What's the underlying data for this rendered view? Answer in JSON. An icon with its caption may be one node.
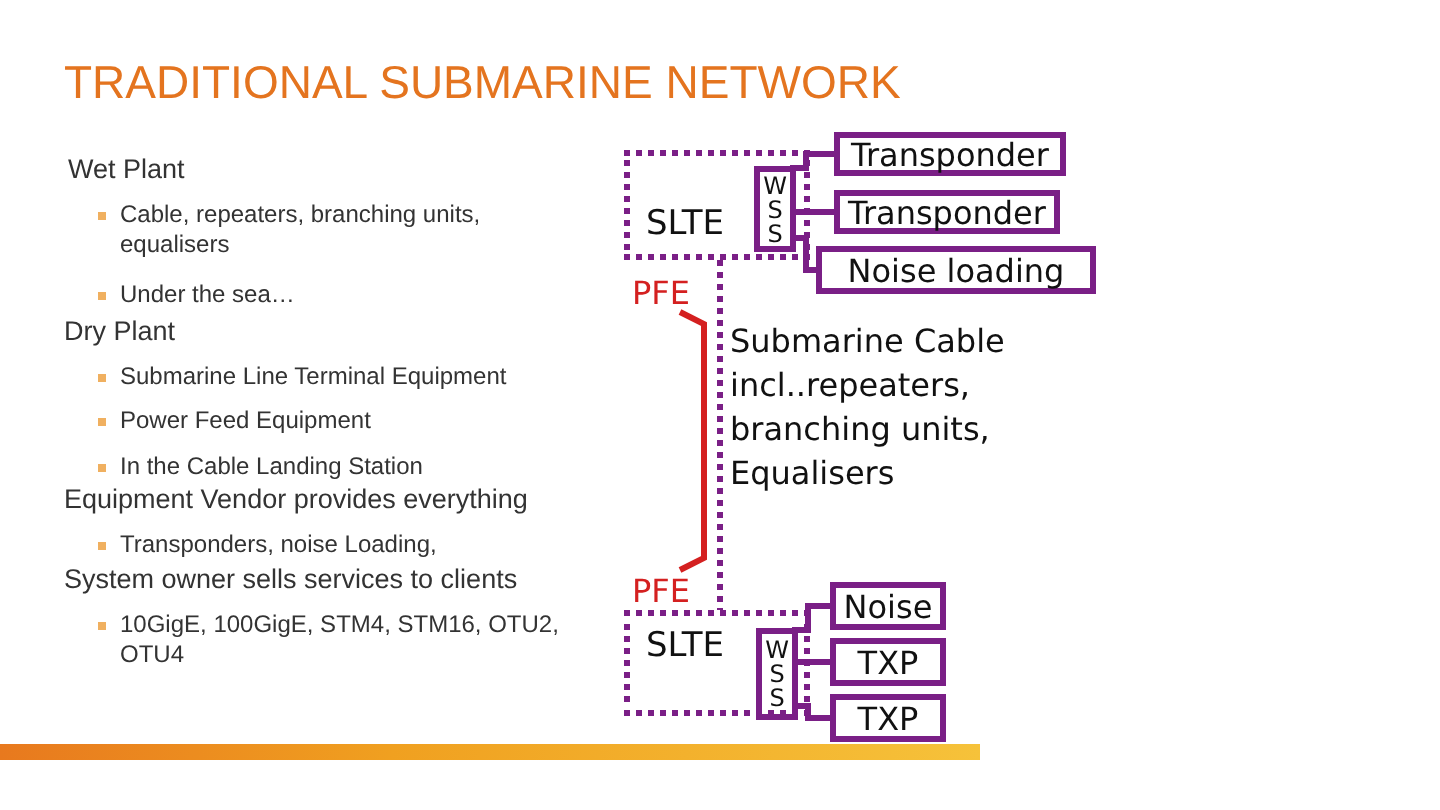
{
  "diagram": {
    "title": "TRADITIONAL SUBMARINE NETWORK",
    "nodes": [
      {
        "text": [
          "SLTE"
        ]
      },
      {
        "text": [
          "W S S"
        ],
        "in": 0
      },
      {
        "text": [
          "Transponder"
        ]
      },
      {
        "text": [
          "Transponder"
        ]
      },
      {
        "text": [
          "Noise loading"
        ]
      },
      {
        "text": [
          "PFE"
        ]
      },
      {
        "text": [
          "PFE"
        ]
      },
      {
        "text": [
          "SLTE"
        ]
      },
      {
        "text": [
          "W S S"
        ],
        "in": 7
      },
      {
        "text": [
          "Noise"
        ]
      },
      {
        "text": [
          "TXP"
        ]
      },
      {
        "text": [
          "TXP"
        ]
      }
    ],
    "edges": [
      {
        "from": 1,
        "to": 2,
        "arrow": "none"
      },
      {
        "from": 1,
        "to": 3,
        "arrow": "none"
      },
      {
        "from": 1,
        "to": 4,
        "arrow": "none"
      },
      {
        "from": 0,
        "to": 7,
        "arrow": "none",
        "style": "dashed",
        "label": "Submarine Cable incl..repeaters, branching units, Equalisers"
      },
      {
        "from": 5,
        "to": 6,
        "arrow": "none",
        "color": "#d42020"
      },
      {
        "from": 8,
        "to": 9,
        "arrow": "none"
      },
      {
        "from": 8,
        "to": 10,
        "arrow": "none"
      },
      {
        "from": 8,
        "to": 11,
        "arrow": "none"
      }
    ],
    "labels": [
      "Wet Plant",
      "Cable, repeaters, branching units, equalisers",
      "Under the sea…",
      "Dry Plant",
      "Submarine Line Terminal Equipment",
      "Power Feed Equipment",
      "In the Cable Landing Station",
      "Equipment Vendor provides everything",
      "Transponders, noise Loading,",
      "System owner sells services to clients",
      "10GigE, 100GigE, STM4, STM16, OTU2, OTU4"
    ]
  }
}
